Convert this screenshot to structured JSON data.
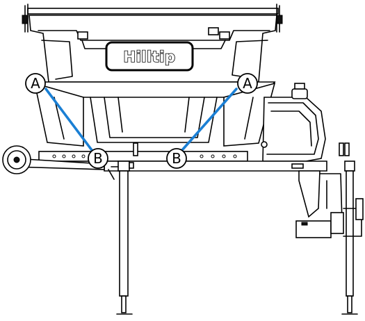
{
  "brand": {
    "logo_text": "Hilltip"
  },
  "callouts": {
    "a_left": "A",
    "a_right": "A",
    "b_left": "B",
    "b_right": "B"
  },
  "colors": {
    "strap": "#1a7fd4",
    "line": "#000000",
    "background": "#ffffff"
  }
}
